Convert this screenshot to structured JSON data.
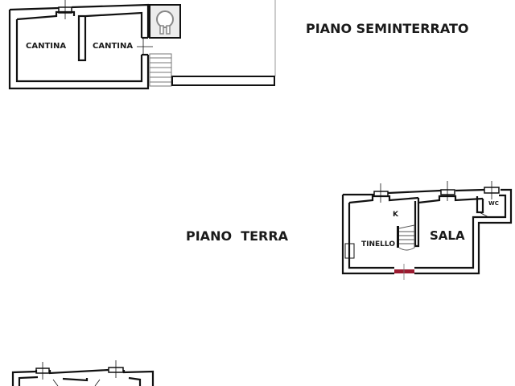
{
  "floors": {
    "seminterrato": {
      "title": "PIANO SEMINTERRATO",
      "rooms": [
        {
          "label": "CANTINA"
        },
        {
          "label": "CANTINA"
        }
      ]
    },
    "terra": {
      "title": "PIANO  TERRA",
      "rooms": [
        {
          "label": "K"
        },
        {
          "label": "TINELLO"
        },
        {
          "label": "SALA"
        },
        {
          "label": "WC"
        }
      ]
    }
  },
  "colors": {
    "wall": "#111111",
    "entrance_door": "#9b1b30",
    "well_fill": "#e8e8e8",
    "stairs": "#777777"
  }
}
